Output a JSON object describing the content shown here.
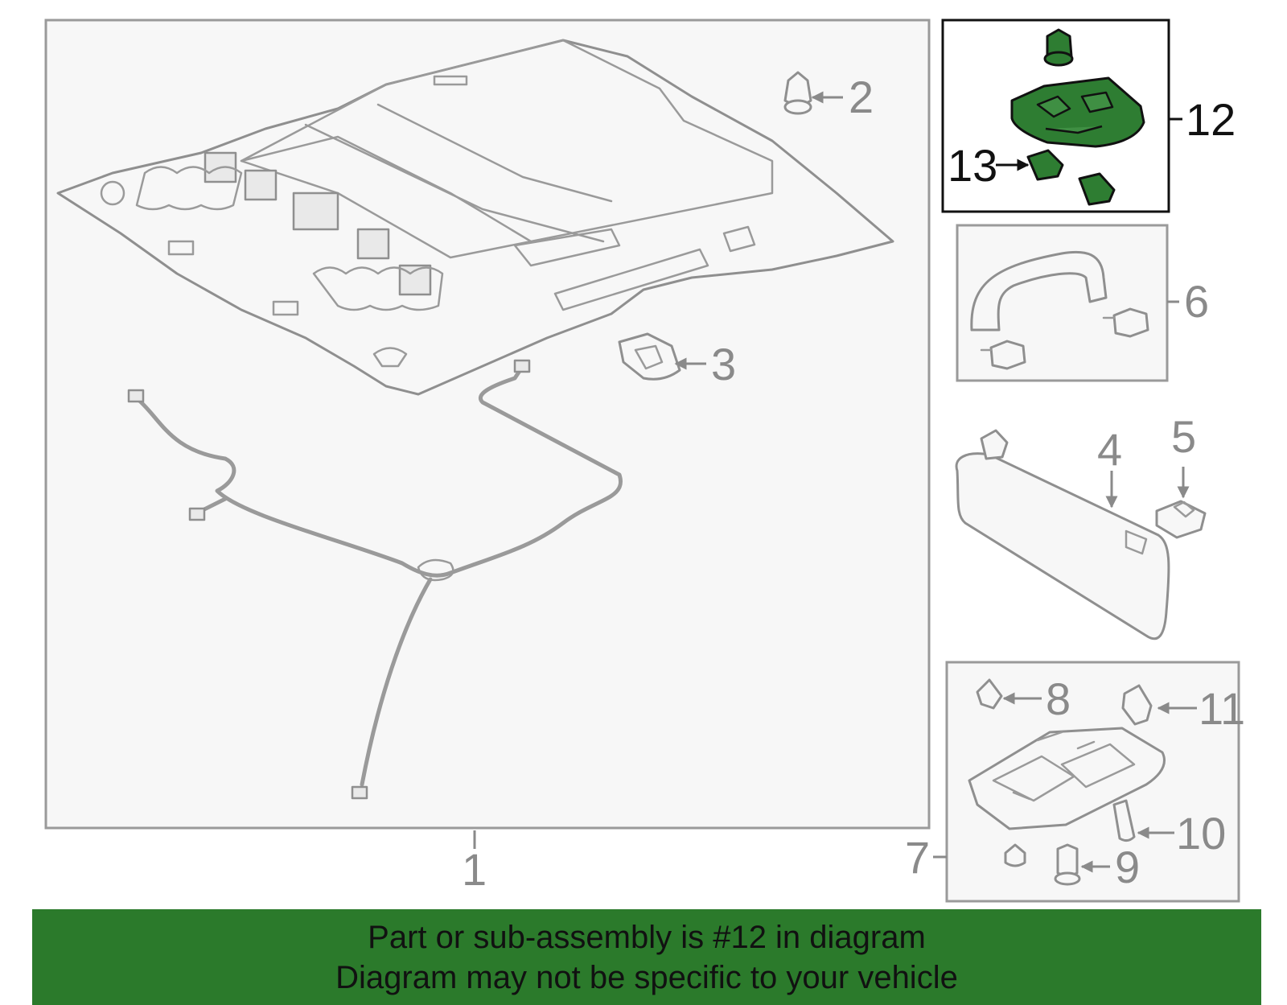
{
  "callouts": {
    "c1": "1",
    "c2": "2",
    "c3": "3",
    "c4": "4",
    "c5": "5",
    "c6": "6",
    "c7": "7",
    "c8": "8",
    "c9": "9",
    "c10": "10",
    "c11": "11",
    "c12": "12",
    "c13": "13"
  },
  "highlight": {
    "part_number": "12",
    "color": "#2e7d32"
  },
  "banner": {
    "line1": "Part or sub-assembly is #12 in diagram",
    "line2": "Diagram may not be specific to your vehicle",
    "background": "#2b7a2b"
  }
}
